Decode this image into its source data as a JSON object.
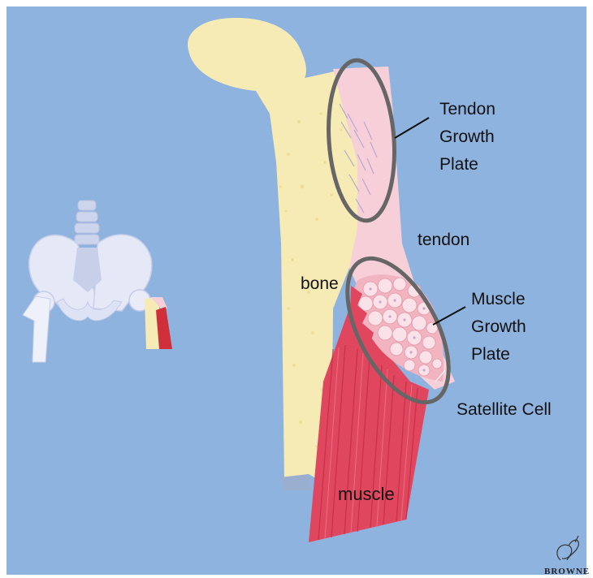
{
  "labels": {
    "tendon_growth_plate": [
      "Tendon",
      "Growth",
      "Plate"
    ],
    "tendon": "tendon",
    "bone": "bone",
    "muscle_growth_plate": [
      "Muscle",
      "Growth",
      "Plate"
    ],
    "satellite_cell": "Satellite Cell",
    "muscle": "muscle"
  },
  "signature": "BROWNE",
  "colors": {
    "background": "#8fb3df",
    "bone": "#f6ebb4",
    "tendon": "#f7cfd8",
    "muscle": "#e0475f",
    "outline": "#666666"
  }
}
